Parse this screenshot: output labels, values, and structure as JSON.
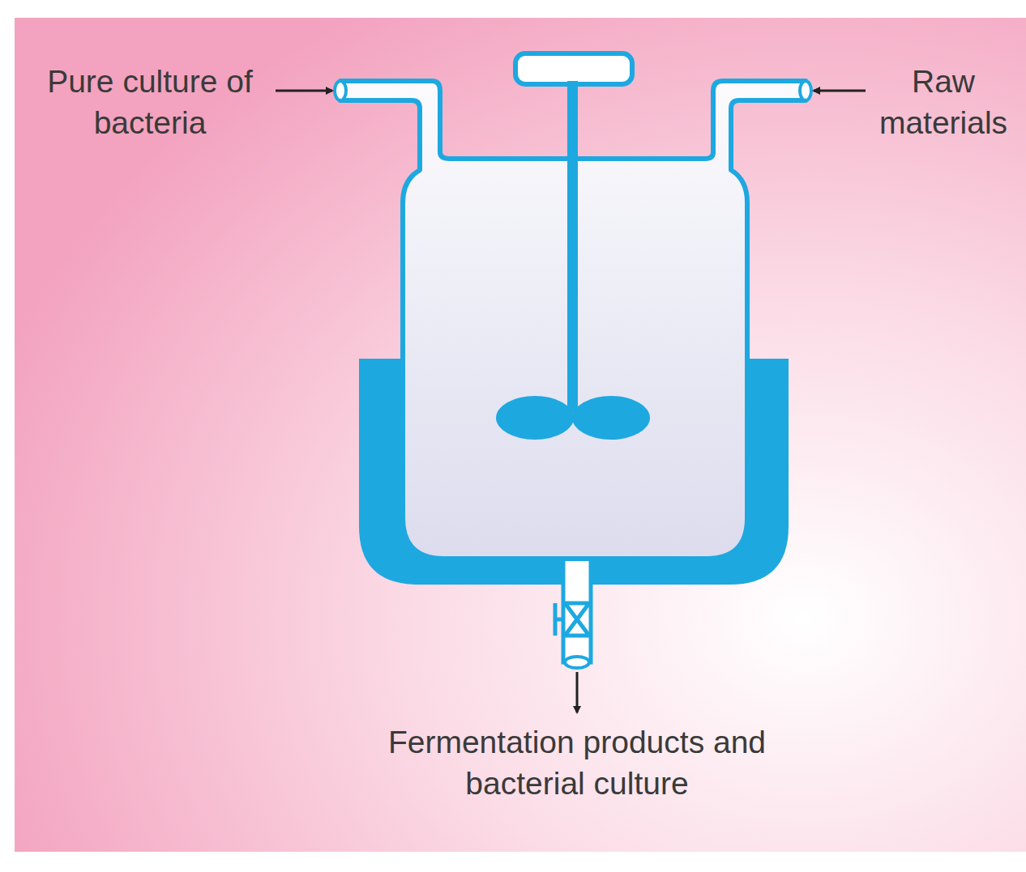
{
  "diagram": {
    "labels": [
      "Pure culture of bacteria",
      "Raw materials",
      "Fermentation products and bacterial culture"
    ]
  }
}
